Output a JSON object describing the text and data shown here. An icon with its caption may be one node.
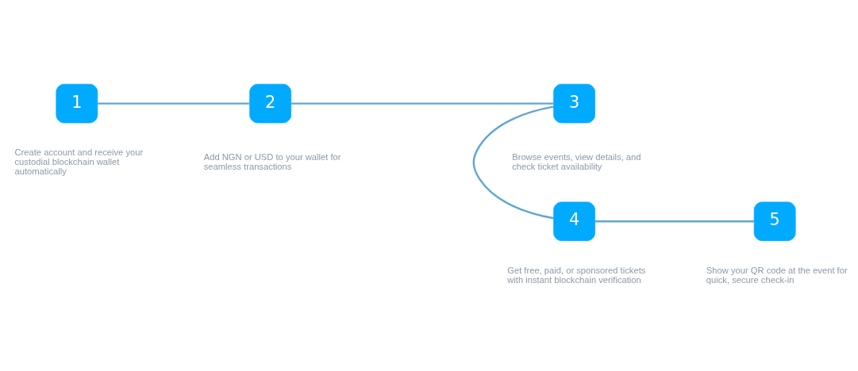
{
  "diagram": {
    "nodes": [
      {
        "text": [
          "1"
        ],
        "beside": [
          "Create account and receive your custodial blockchain wallet automatically"
        ]
      },
      {
        "text": [
          "2"
        ],
        "beside": [
          "Add NGN or USD to your wallet for seamless transactions"
        ]
      },
      {
        "text": [
          "3"
        ],
        "beside": [
          "Browse events, view details, and check ticket availability"
        ]
      },
      {
        "text": [
          "4"
        ],
        "beside": [
          "Get free, paid, or sponsored tickets with instant blockchain verification"
        ]
      },
      {
        "text": [
          "5"
        ],
        "beside": [
          "Show your QR code at the event for quick, secure check-in"
        ]
      }
    ],
    "edges": [
      {
        "from": 0,
        "to": 1,
        "arrow": "none"
      },
      {
        "from": 1,
        "to": 2,
        "arrow": "none"
      },
      {
        "from": 2,
        "to": 3,
        "arrow": "none"
      },
      {
        "from": 3,
        "to": 4,
        "arrow": "none"
      }
    ]
  }
}
